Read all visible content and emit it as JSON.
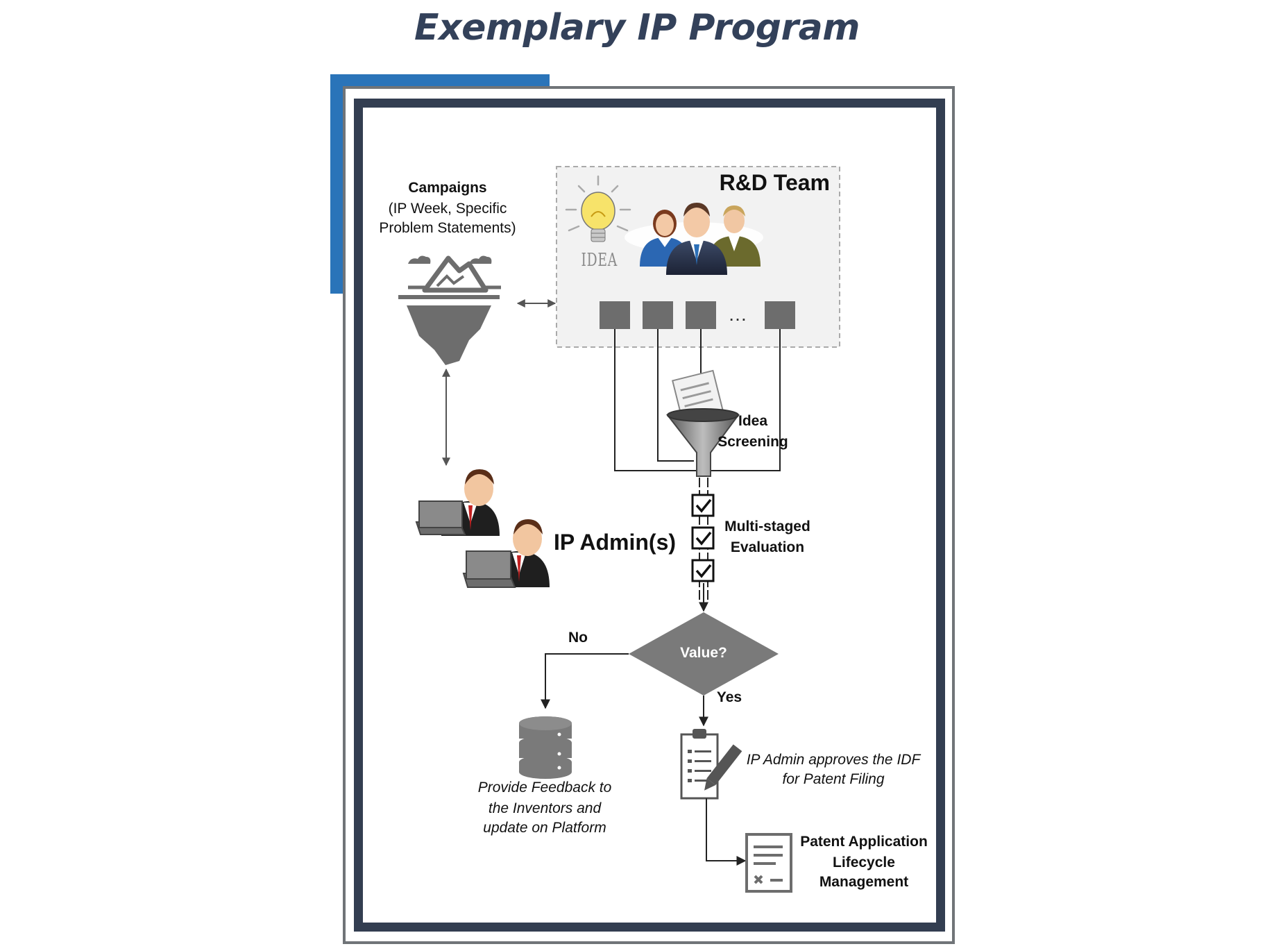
{
  "title": "Exemplary IP Program",
  "colors": {
    "title": "#33415a",
    "accent_blue": "#2a74b9",
    "frame_dark": "#333e51",
    "frame_gray": "#707478",
    "shape_gray": "#6d6d6d"
  },
  "diagram": {
    "campaigns": {
      "title": "Campaigns",
      "detail_line1": "(IP Week, Specific",
      "detail_line2": "Problem Statements)"
    },
    "rd_team": {
      "title": "R&D Team",
      "idea_word": "IDEA",
      "ellipsis": "…"
    },
    "idea_screening": {
      "line1": "Idea",
      "line2": "Screening"
    },
    "ip_admins": {
      "label": "IP Admin(s)"
    },
    "evaluation": {
      "line1": "Multi-staged",
      "line2": "Evaluation"
    },
    "decision": {
      "label": "Value?",
      "no": "No",
      "yes": "Yes"
    },
    "feedback": {
      "line1": "Provide Feedback to",
      "line2": "the Inventors and",
      "line3": "update on Platform"
    },
    "approval": {
      "line1": "IP Admin approves the IDF",
      "line2": "for Patent Filing"
    },
    "lifecycle": {
      "line1": "Patent Application",
      "line2": "Lifecycle",
      "line3": "Management"
    }
  }
}
